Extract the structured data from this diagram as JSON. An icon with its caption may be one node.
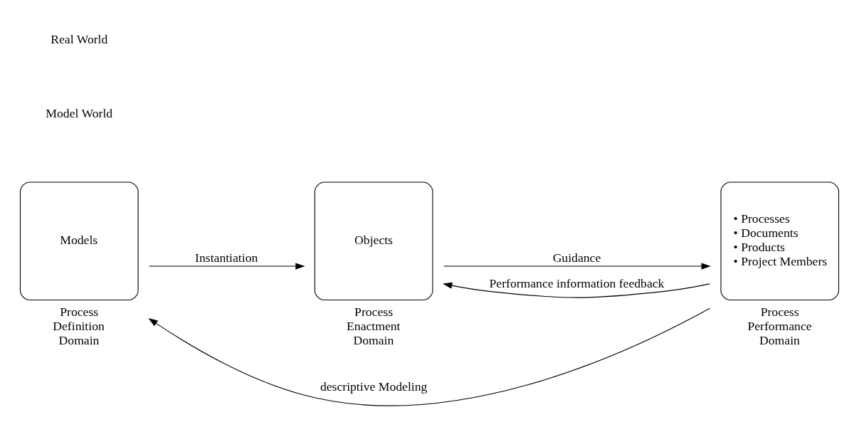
{
  "diagram": {
    "nodes": [
      {
        "text": [
          "Models"
        ],
        "beside": [
          "Process Definition Domain"
        ]
      },
      {
        "text": [
          "Objects"
        ],
        "beside": [
          "Process Enactment Domain"
        ]
      },
      {
        "text": [
          "• Processes",
          "• Documents",
          "• Products",
          "• Project Members"
        ],
        "beside": [
          "Process Performance Domain"
        ]
      }
    ],
    "edges": [
      {
        "from": 0,
        "to": 1,
        "arrow": "to",
        "label": "Instantiation"
      },
      {
        "from": 1,
        "to": 2,
        "arrow": "to",
        "label": "Guidance"
      },
      {
        "from": 2,
        "to": 1,
        "arrow": "to",
        "label": "Performance information feedback"
      },
      {
        "from": 2,
        "to": 0,
        "arrow": "to",
        "label": "descriptive Modeling"
      }
    ],
    "labels": [
      "Model World",
      "Real World"
    ]
  }
}
